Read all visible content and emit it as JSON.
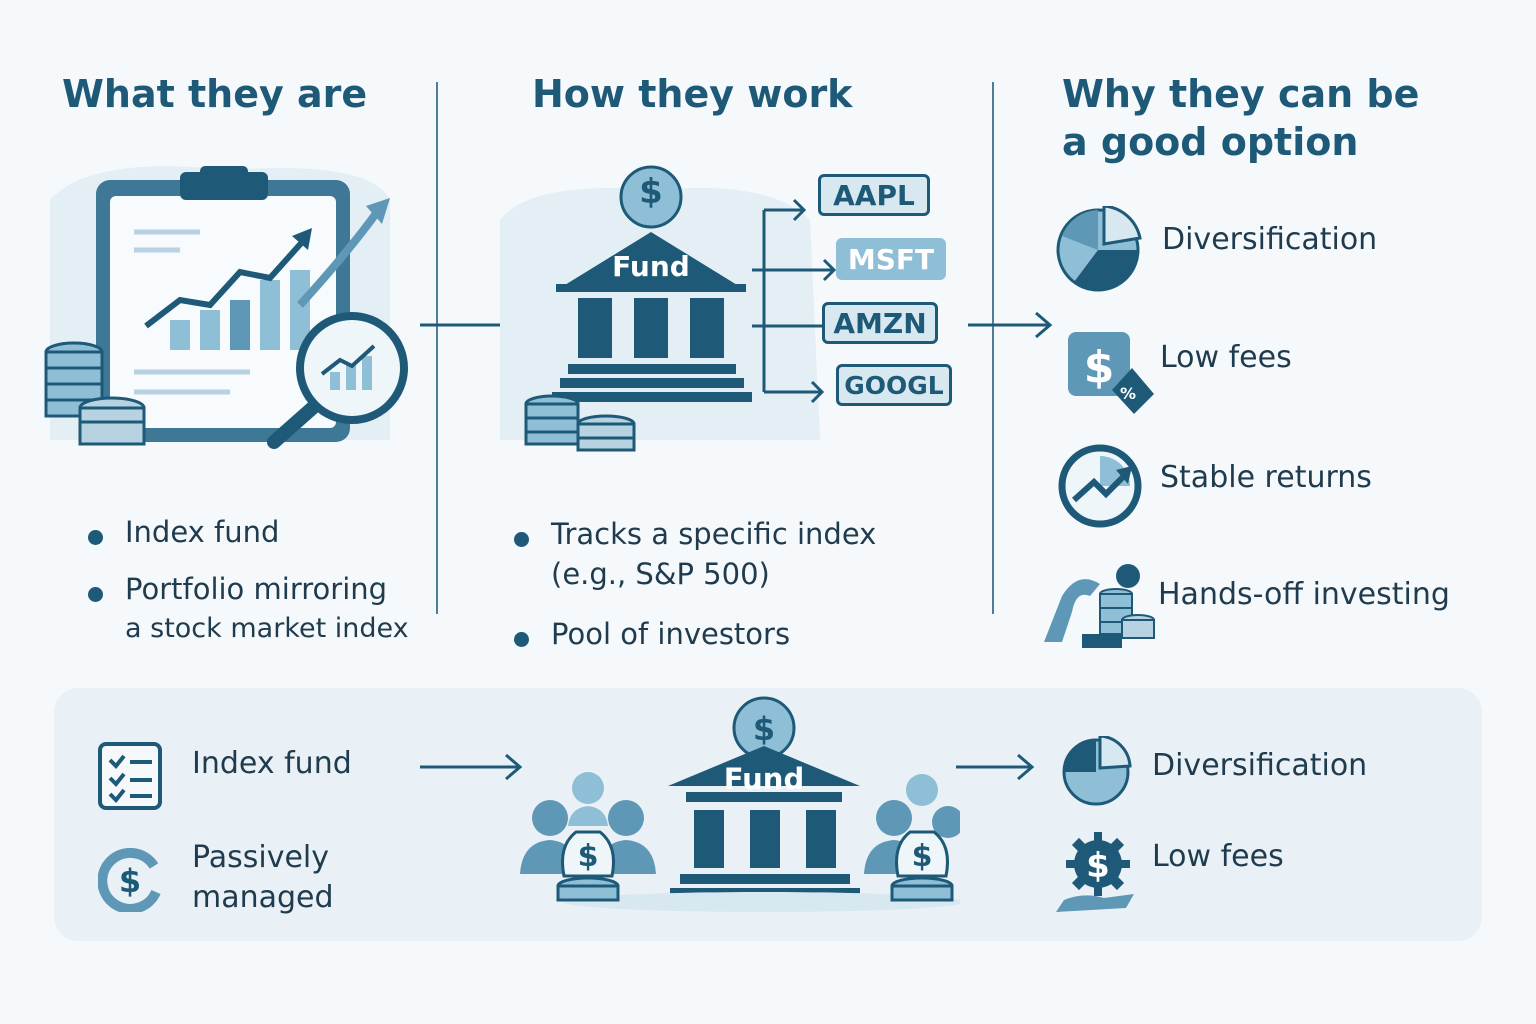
{
  "columns": {
    "what": {
      "heading": "What they are",
      "bullets": [
        "Index fund",
        "Portfolio mirroring",
        "a stock market index"
      ]
    },
    "how": {
      "heading": "How they work",
      "fund_label": "Fund",
      "dollar_sign": "$",
      "tickers": [
        "AAPL",
        "MSFT",
        "AMZN",
        "GOOGL"
      ],
      "bullets": [
        "Tracks a specific index",
        "(e.g., S&P 500)",
        "Pool of investors"
      ]
    },
    "why": {
      "heading_line1": "Why they can be",
      "heading_line2": "a good option",
      "benefits": [
        "Diversification",
        "Low fees",
        "Stable returns",
        "Hands-off investing"
      ],
      "percent_tag": "%"
    }
  },
  "summary": {
    "left_items": [
      "Index fund",
      "Passively",
      "managed"
    ],
    "fund_label": "Fund",
    "dollar_sign": "$",
    "right_items": [
      "Diversification",
      "Low fees"
    ]
  },
  "colors": {
    "primary": "#1e5a78",
    "light": "#8fbfd6",
    "pale": "#d7e8f1",
    "text": "#1f3b4d"
  },
  "icons": [
    "clipboard-chart-icon",
    "magnifier-chart-icon",
    "coin-stack-icon",
    "bank-icon",
    "pie-chart-icon",
    "dollar-tag-icon",
    "gauge-arrow-icon",
    "hand-coins-icon",
    "checklist-icon",
    "cycle-dollar-icon",
    "people-money-bag-icon",
    "gear-dollar-hand-icon"
  ]
}
